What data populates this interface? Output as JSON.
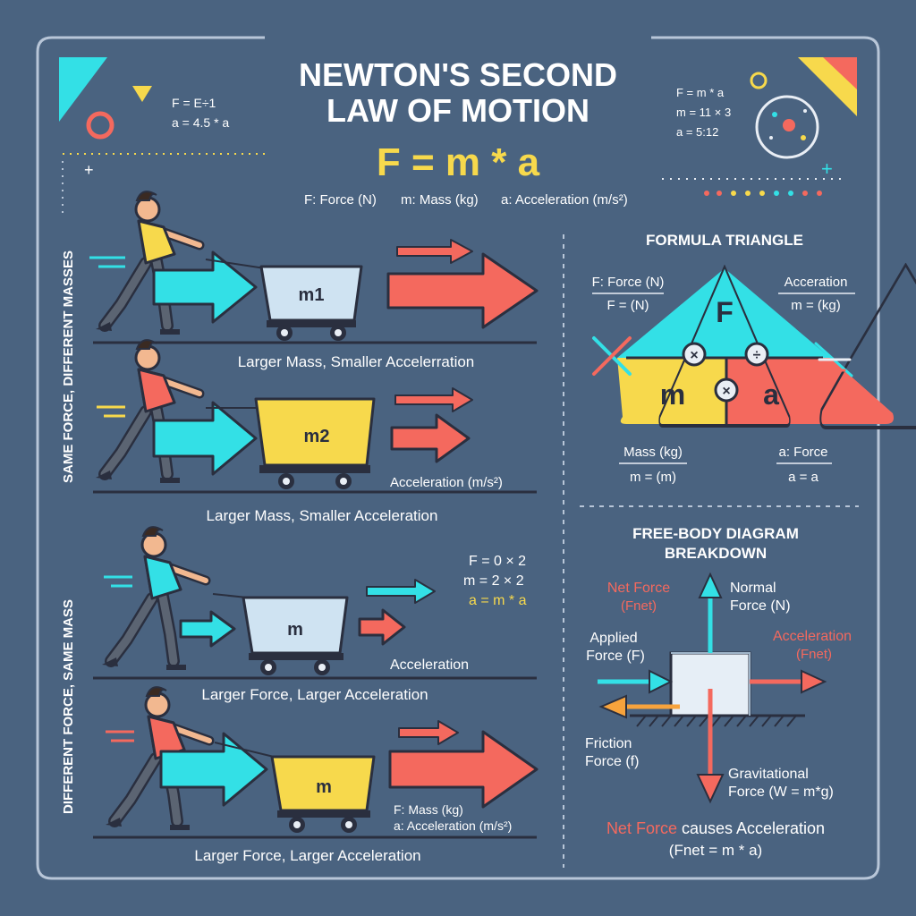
{
  "header": {
    "title_line1": "NEWTON'S SECOND",
    "title_line2": "LAW OF MOTION",
    "formula": "F = m * a",
    "legend_force": "F: Force (N)",
    "legend_mass": "m: Mass (kg)",
    "legend_accel": "a: Acceleration (m/s²)"
  },
  "corner_notes": {
    "left_1": "F = E÷1",
    "left_2": "a = 4.5 * a",
    "right_1": "F = m * a",
    "right_2": "m = 11 × 3",
    "right_3": "a = 5:12"
  },
  "panels": {
    "same_force": {
      "side_label": "SAME FORCE, DIFFERENT MASSES",
      "scene1_cart": "m1",
      "scene1_caption": "Larger Mass, Smaller Accelerration",
      "scene2_cart": "m2",
      "scene2_accel_label": "Acceleration (m/s²)",
      "scene2_caption": "Larger Mass, Smaller Acceleration"
    },
    "different_force": {
      "side_label": "DIFFERENT FORCE, SAME MASS",
      "eq_1": "F = 0 × 2",
      "eq_2": "m = 2 × 2",
      "eq_3": "a = m * a",
      "scene3_cart": "m",
      "scene3_accel_label": "Acceleration",
      "scene3_caption": "Larger Force, Larger Acceleration",
      "scene4_cart": "m",
      "scene4_note_1": "F: Mass (kg)",
      "scene4_note_2": "a: Acceleration (m/s²)",
      "scene4_caption": "Larger Force, Larger Acceleration"
    }
  },
  "formula_triangle": {
    "title": "FORMULA TRIANGLE",
    "top_letter": "F",
    "left_letter": "m",
    "right_letter": "a",
    "op_left": "×",
    "op_right": "÷",
    "op_center": "×",
    "tl_1": "F: Force (N)",
    "tl_2": "F = (N)",
    "tr_1": "Acceration",
    "tr_2": "m = (kg)",
    "bl_1": "Mass (kg)",
    "bl_2": "m = (m)",
    "br_1": "a: Force",
    "br_2": "a = a"
  },
  "free_body": {
    "title_1": "FREE-BODY DIAGRAM",
    "title_2": "BREAKDOWN",
    "net_force_1": "Net Force",
    "net_force_2": "(Fnet)",
    "normal_1": "Normal",
    "normal_2": "Force (N)",
    "applied_1": "Applied",
    "applied_2": "Force (F)",
    "accel_1": "Acceleration",
    "accel_2": "(Fnet)",
    "friction_1": "Friction",
    "friction_2": "Force (f)",
    "grav_1": "Gravitational",
    "grav_2": "Force (W = m*g)",
    "summary_red": "Net Force",
    "summary_rest": " causes Acceleration",
    "summary_eq": "(Fnet = m * a)"
  },
  "colors": {
    "background": "#4a6380",
    "cyan": "#33e0e6",
    "coral": "#f4695e",
    "yellow": "#f7d94c",
    "text": "#ffffff"
  }
}
